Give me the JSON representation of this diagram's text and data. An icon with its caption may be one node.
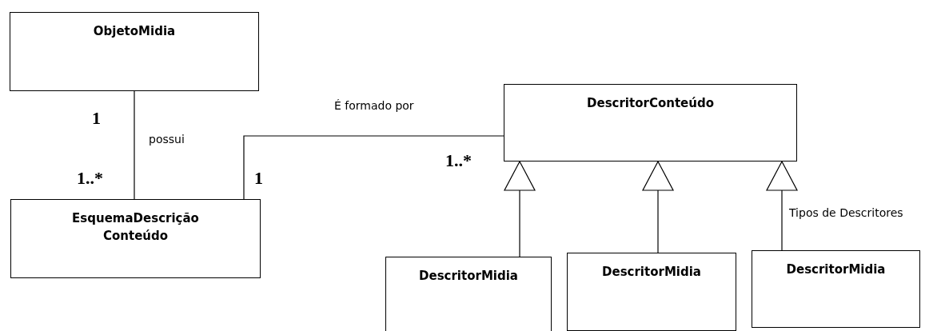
{
  "diagram": {
    "nodes": [
      {
        "text": [
          "ObjetoMidia"
        ]
      },
      {
        "text": [
          "EsquemaDescrição Conteúdo"
        ]
      },
      {
        "text": [
          "DescritorConteúdo"
        ]
      },
      {
        "text": [
          "DescritorMidia"
        ]
      },
      {
        "text": [
          "DescritorMidia"
        ]
      },
      {
        "text": [
          "DescritorMidia"
        ]
      }
    ],
    "edges": [
      {
        "from": 0,
        "to": 1,
        "arrow": "none",
        "label": "possui"
      },
      {
        "from": 1,
        "to": 2,
        "arrow": "none",
        "label": "É formado por"
      },
      {
        "from": 3,
        "to": 2,
        "arrow": "to"
      },
      {
        "from": 4,
        "to": 2,
        "arrow": "to"
      },
      {
        "from": 5,
        "to": 2,
        "arrow": "to",
        "label": "Tipos de Descritores"
      }
    ],
    "labels": [
      "1",
      "1..*",
      "1",
      "1..*"
    ]
  }
}
